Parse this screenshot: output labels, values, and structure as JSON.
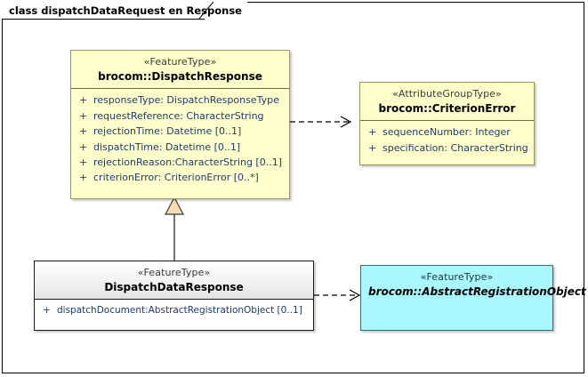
{
  "diagram": {
    "frame_label": "class dispatchDataRequest en Response",
    "colors": {
      "class_fill_yellow": "#ffffcc",
      "class_fill_cyan": "#aaf8ff",
      "class_fill_white": "#ffffff",
      "attribute_text": "#1d3b6e",
      "generalization_fill": "#f5dcb0",
      "border": "#000000"
    }
  },
  "classes": {
    "dispatch_response": {
      "stereotype": "«FeatureType»",
      "name": "brocom::DispatchResponse",
      "attributes": [
        {
          "visibility": "+",
          "text": "responseType: DispatchResponseType"
        },
        {
          "visibility": "+",
          "text": "requestReference: CharacterString"
        },
        {
          "visibility": "+",
          "text": "rejectionTime: Datetime [0..1]"
        },
        {
          "visibility": "+",
          "text": "dispatchTime: Datetime [0..1]"
        },
        {
          "visibility": "+",
          "text": "rejectionReason:CharacterString [0..1]"
        },
        {
          "visibility": "+",
          "text": "criterionError: CriterionError [0..*]"
        }
      ]
    },
    "criterion_error": {
      "stereotype": "«AttributeGroupType»",
      "name": "brocom::CriterionError",
      "attributes": [
        {
          "visibility": "+",
          "text": "sequenceNumber: Integer"
        },
        {
          "visibility": "+",
          "text": "specification: CharacterString"
        }
      ]
    },
    "dispatch_data_response": {
      "stereotype": "«FeatureType»",
      "name": "DispatchDataResponse",
      "attributes": [
        {
          "visibility": "+",
          "text": "dispatchDocument:AbstractRegistrationObject [0..1]"
        }
      ]
    },
    "abstract_registration_object": {
      "stereotype": "«FeatureType»",
      "name": "brocom::AbstractRegistrationObject",
      "attributes": []
    }
  },
  "connectors": [
    {
      "name": "dependency-dispatchresponse-to-criterionerror",
      "type": "dependency",
      "style": "dashed-open-arrow"
    },
    {
      "name": "generalization-dispatchdataresponse-to-dispatchresponse",
      "type": "generalization",
      "style": "solid-hollow-triangle"
    },
    {
      "name": "dependency-dispatchdataresponse-to-abstractregistrationobject",
      "type": "dependency",
      "style": "dashed-open-arrow"
    }
  ]
}
